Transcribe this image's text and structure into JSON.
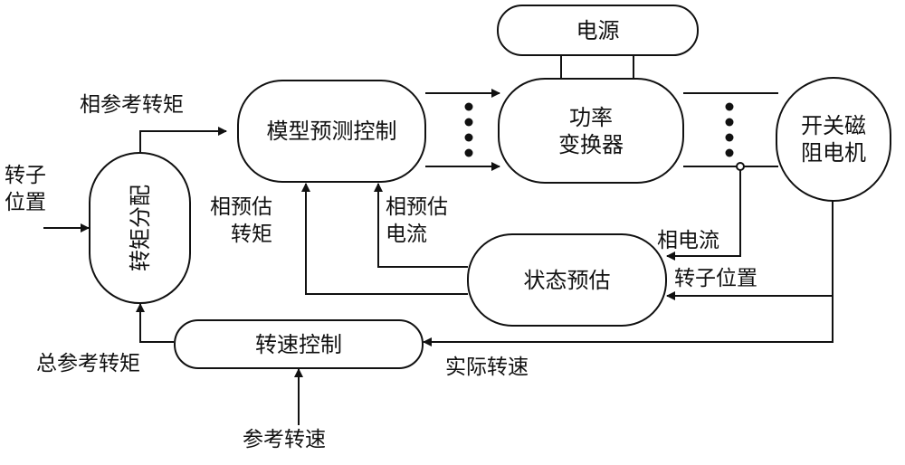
{
  "blocks": {
    "power_source": "电源",
    "model_predictive_control": "模型预测控制",
    "power_converter": "功率\n变换器",
    "srm_motor": "开关磁\n阻电机",
    "torque_distribution": "转矩分配",
    "state_estimation": "状态预估",
    "speed_control": "转速控制"
  },
  "labels": {
    "phase_ref_torque": "相参考转矩",
    "rotor_position_in": "转子\n位置",
    "phase_est_torque": "相预估\n转矩",
    "phase_est_current": "相预估\n电流",
    "phase_current": "相电流",
    "rotor_position_fb": "转子位置",
    "total_ref_torque": "总参考转矩",
    "actual_speed": "实际转速",
    "ref_speed": "参考转速"
  }
}
